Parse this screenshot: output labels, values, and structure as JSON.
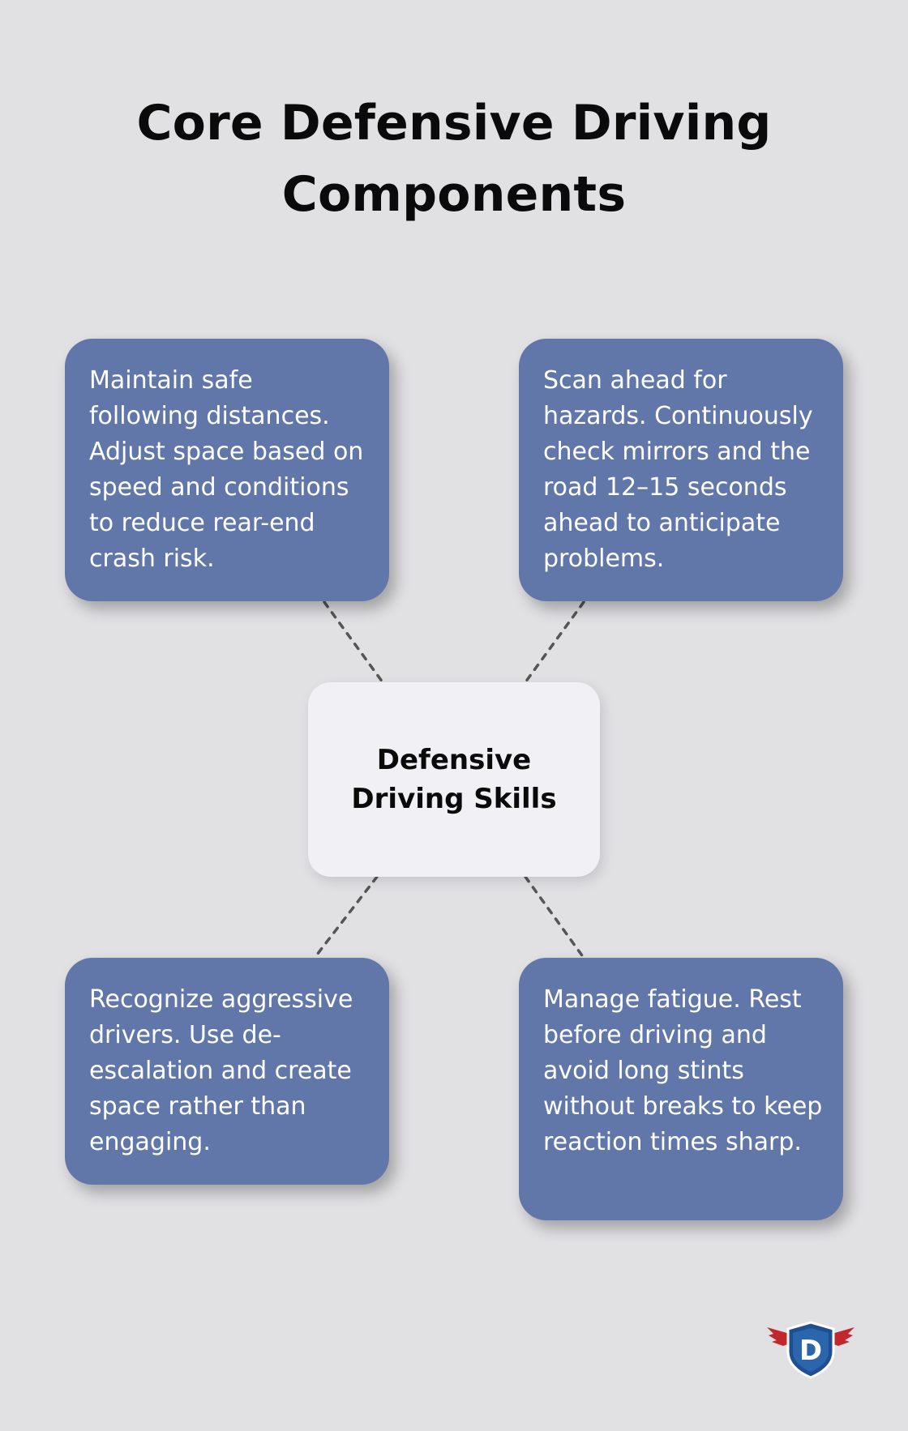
{
  "title": "Core Defensive Driving Components",
  "center_node": {
    "label": "Defensive Driving Skills"
  },
  "components": [
    {
      "id": "following-distance",
      "text": "Maintain safe following distances. Adjust space based on speed and conditions to reduce rear-end crash risk."
    },
    {
      "id": "scan-ahead",
      "text": "Scan ahead for hazards. Continuously check mirrors and the road 12–15 seconds ahead to anticipate problems."
    },
    {
      "id": "aggressive-drivers",
      "text": "Recognize aggressive drivers. Use de-escalation and create space rather than engaging."
    },
    {
      "id": "manage-fatigue",
      "text": "Manage fatigue. Rest before driving and avoid long stints without breaks to keep reaction times sharp."
    }
  ],
  "logo": {
    "letter": "D",
    "icon": "winged-shield-icon"
  },
  "colors": {
    "background": "#e1e1e4",
    "card_fill": "#6277a9",
    "center_fill": "#f0f0f5",
    "connector": "#555555",
    "logo_shield": "#1f4f8f",
    "logo_wing": "#c0282d"
  }
}
